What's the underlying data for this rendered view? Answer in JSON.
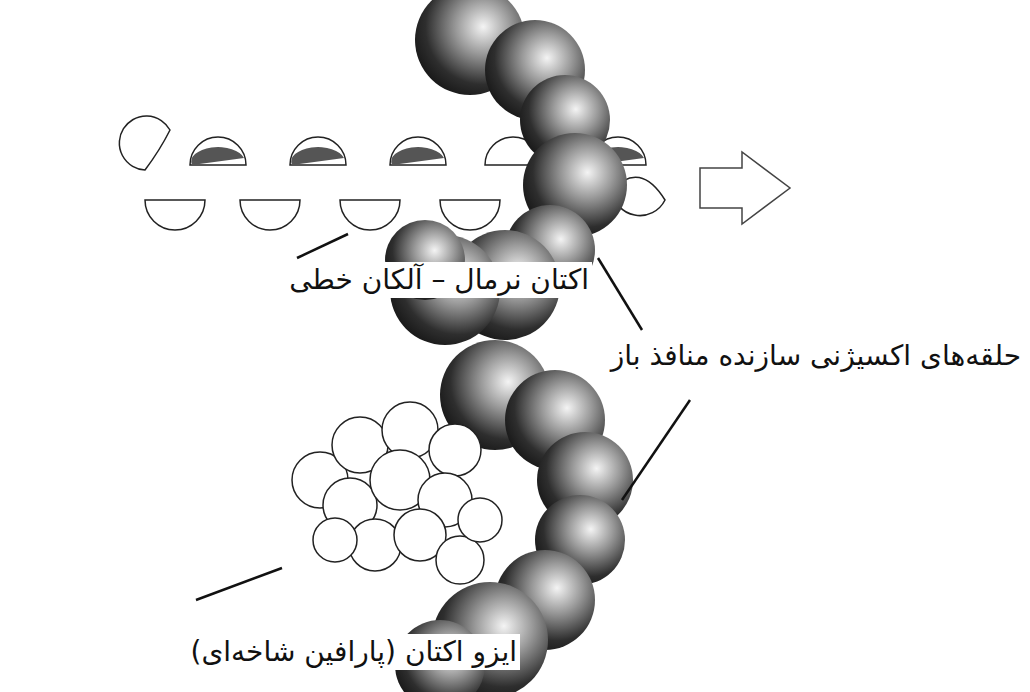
{
  "diagram": {
    "labels": [
      "اکتان نرمال – آلکان خطی",
      "حلقه‌های اکسیژنی سازنده منافذ باز",
      "ایزو اکتان (پارافین شاخه‌ای)"
    ]
  }
}
